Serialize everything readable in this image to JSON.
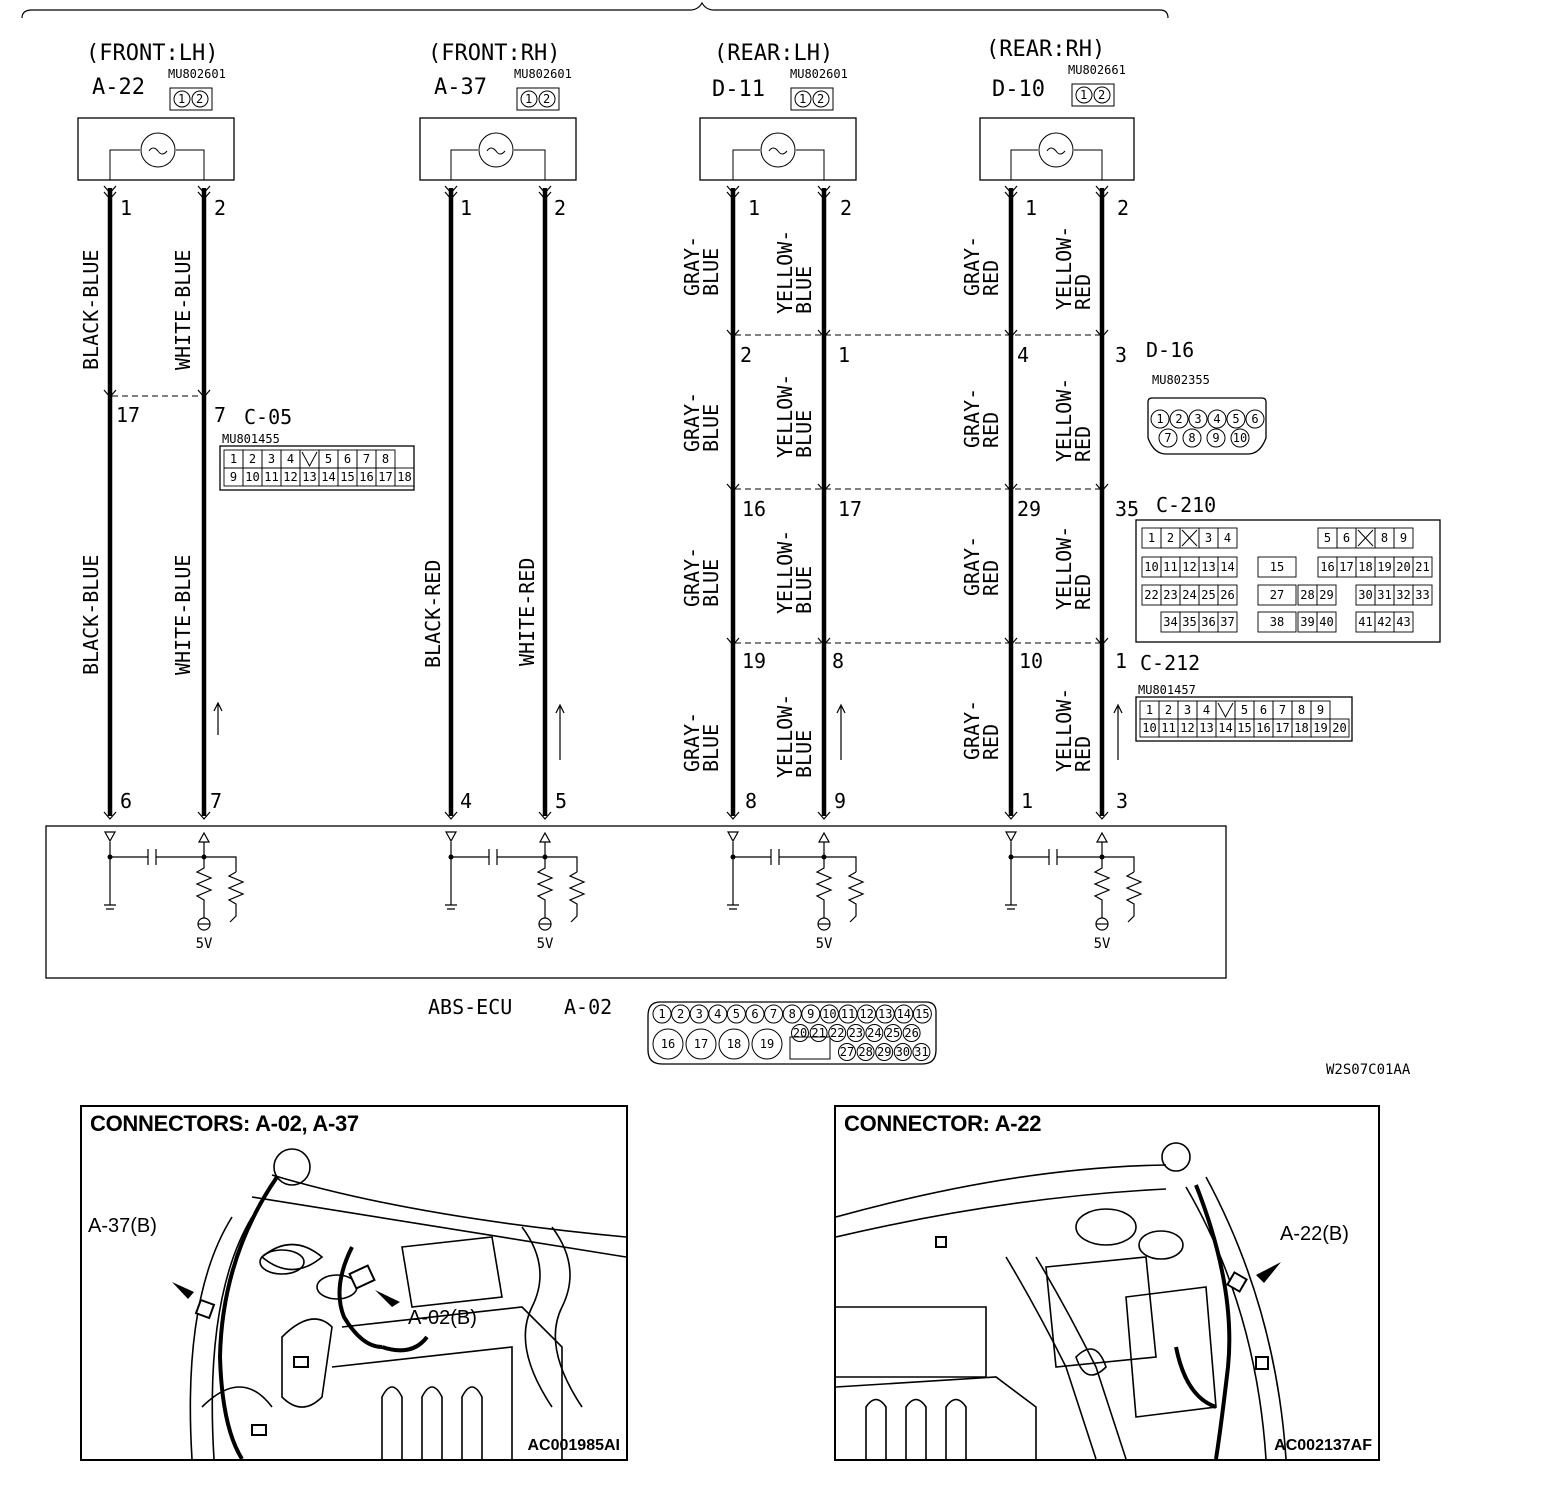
{
  "sensors": [
    {
      "position": "(FRONT:LH)",
      "id": "A-22",
      "part": "MU802601",
      "pins": [
        "1",
        "2"
      ],
      "wires": [
        "BLACK-BLUE",
        "WHITE-BLUE"
      ],
      "mid_pins": [
        "17",
        "7"
      ],
      "mid_connector": "C-05",
      "ecu_pins": [
        "6",
        "7"
      ]
    },
    {
      "position": "(FRONT:RH)",
      "id": "A-37",
      "part": "MU802601",
      "pins": [
        "1",
        "2"
      ],
      "wires": [
        "BLACK-RED",
        "WHITE-RED"
      ],
      "ecu_pins": [
        "4",
        "5"
      ]
    },
    {
      "position": "(REAR:LH)",
      "id": "D-11",
      "part": "MU802601",
      "pins": [
        "1",
        "2"
      ],
      "wires": [
        "GRAY-\nBLUE",
        "YELLOW-\nBLUE"
      ],
      "d16_pins": [
        "2",
        "1"
      ],
      "c210_pins": [
        "16",
        "17"
      ],
      "c212_pins": [
        "19",
        "8"
      ],
      "ecu_pins": [
        "8",
        "9"
      ]
    },
    {
      "position": "(REAR:RH)",
      "id": "D-10",
      "part": "MU802661",
      "pins": [
        "1",
        "2"
      ],
      "wires": [
        "GRAY-\nRED",
        "YELLOW-\nRED"
      ],
      "d16_pins": [
        "4",
        "3"
      ],
      "c210_pins": [
        "29",
        "35"
      ],
      "c212_pins": [
        "10",
        "1"
      ],
      "ecu_pins": [
        "1",
        "3"
      ]
    }
  ],
  "connectors": {
    "c05": {
      "id": "C-05",
      "part": "MU801455",
      "row1": [
        "1",
        "2",
        "3",
        "4",
        "",
        "5",
        "6",
        "7",
        "8"
      ],
      "row2": [
        "9",
        "10",
        "11",
        "12",
        "13",
        "14",
        "15",
        "16",
        "17",
        "18"
      ]
    },
    "d16": {
      "id": "D-16",
      "part": "MU802355",
      "row1": [
        "1",
        "2",
        "3",
        "4",
        "5",
        "6"
      ],
      "row2": [
        "7",
        "8",
        "9",
        "10"
      ]
    },
    "c210": {
      "id": "C-210",
      "rows": [
        [
          "1",
          "2",
          "",
          "3",
          "4",
          "5",
          "6",
          "",
          "8",
          "9"
        ],
        [
          "10",
          "11",
          "12",
          "13",
          "14",
          "15",
          "16",
          "17",
          "18",
          "19",
          "20",
          "21"
        ],
        [
          "22",
          "23",
          "24",
          "25",
          "26",
          "27",
          "28",
          "29",
          "30",
          "31",
          "32",
          "33"
        ],
        [
          "34",
          "35",
          "36",
          "37",
          "38",
          "39",
          "40",
          "41",
          "42",
          "43"
        ]
      ]
    },
    "c212": {
      "id": "C-212",
      "part": "MU801457",
      "row1": [
        "1",
        "2",
        "3",
        "4",
        "",
        "5",
        "6",
        "7",
        "8",
        "9"
      ],
      "row2": [
        "10",
        "11",
        "12",
        "13",
        "14",
        "15",
        "16",
        "17",
        "18",
        "19",
        "20"
      ]
    }
  },
  "ecu": {
    "label": "ABS-ECU",
    "id": "A-02",
    "voltage": "5V",
    "row1": [
      "1",
      "2",
      "3",
      "4",
      "5",
      "6",
      "7",
      "8",
      "9",
      "10",
      "11",
      "12",
      "13",
      "14",
      "15"
    ],
    "row2a": [
      "16",
      "17",
      "18",
      "19"
    ],
    "row2b": [
      "20",
      "21",
      "22",
      "23",
      "24",
      "25",
      "26"
    ],
    "row3": [
      "27",
      "28",
      "29",
      "30",
      "31"
    ]
  },
  "figure_code": "W2S07C01AA",
  "panels": [
    {
      "title": "CONNECTORS: A-02, A-37",
      "code": "AC001985AI",
      "callouts": [
        "A-37(B)",
        "A-02(B)"
      ]
    },
    {
      "title": "CONNECTOR: A-22",
      "code": "AC002137AF",
      "callouts": [
        "A-22(B)"
      ]
    }
  ]
}
